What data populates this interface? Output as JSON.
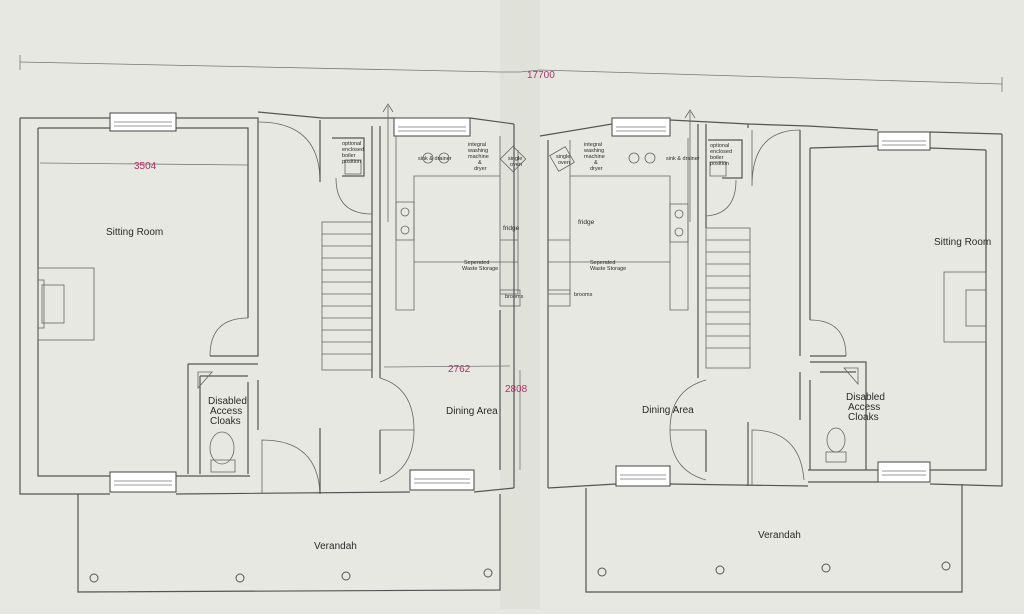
{
  "dimensions": {
    "overall": "17700",
    "sitting_room_width": "3504",
    "dining_width": "2762",
    "dining_depth": "2808"
  },
  "left_unit": {
    "sitting_room": "Sitting Room",
    "cloaks_line1": "Disabled",
    "cloaks_line2": "Access",
    "cloaks_line3": "Cloaks",
    "dining": "Dining Area",
    "verandah": "Verandah",
    "boiler_1": "optional",
    "boiler_2": "enclosed",
    "boiler_3": "boiler",
    "boiler_4": "position",
    "sink": "sink & drainer",
    "washer_1": "integral",
    "washer_2": "washing",
    "washer_3": "machine",
    "washer_4": "&",
    "washer_5": "dryer",
    "oven_1": "single",
    "oven_2": "oven",
    "fridge": "fridge",
    "waste_1": "Seperated",
    "waste_2": "Waste Storage",
    "brooms": "brooms"
  },
  "right_unit": {
    "sitting_room": "Sitting Room",
    "cloaks_line1": "Disabled",
    "cloaks_line2": "Access",
    "cloaks_line3": "Cloaks",
    "dining": "Dining Area",
    "verandah": "Verandah",
    "boiler_1": "optional",
    "boiler_2": "enclosed",
    "boiler_3": "boiler",
    "boiler_4": "position",
    "sink": "sink & drainer",
    "washer_1": "integral",
    "washer_2": "washing",
    "washer_3": "machine",
    "washer_4": "&",
    "washer_5": "dryer",
    "oven_1": "single",
    "oven_2": "oven",
    "fridge": "fridge",
    "waste_1": "Seperated",
    "waste_2": "Waste Storage",
    "brooms": "brooms"
  }
}
